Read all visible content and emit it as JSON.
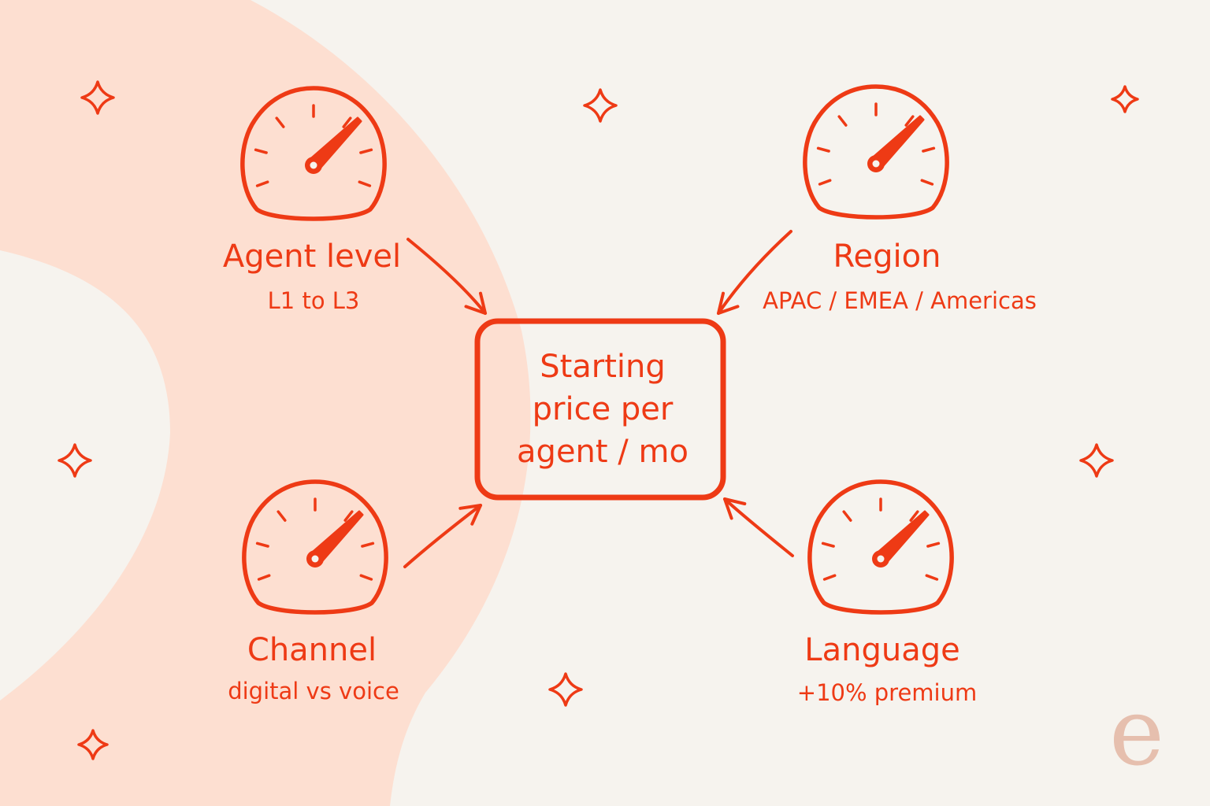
{
  "colors": {
    "background": "#F6F3EE",
    "blob": "#FDDFD1",
    "accent": "#EE3A15",
    "logo": "#E6BFAE"
  },
  "center": {
    "lines": [
      "Starting",
      "price per",
      "agent / mo"
    ]
  },
  "factors": {
    "agent_level": {
      "title": "Agent level",
      "subtitle": "L1 to L3",
      "icon": "gauge-icon"
    },
    "region": {
      "title": "Region",
      "subtitle": "APAC / EMEA / Americas",
      "icon": "gauge-icon"
    },
    "channel": {
      "title": "Channel",
      "subtitle": "digital vs voice",
      "icon": "gauge-icon"
    },
    "language": {
      "title": "Language",
      "subtitle": "+10% premium",
      "icon": "gauge-icon"
    }
  },
  "decorations": {
    "sparkle_icon": "sparkle-icon",
    "arrow_icon": "arrow-icon"
  },
  "logo": {
    "letter": "e"
  }
}
